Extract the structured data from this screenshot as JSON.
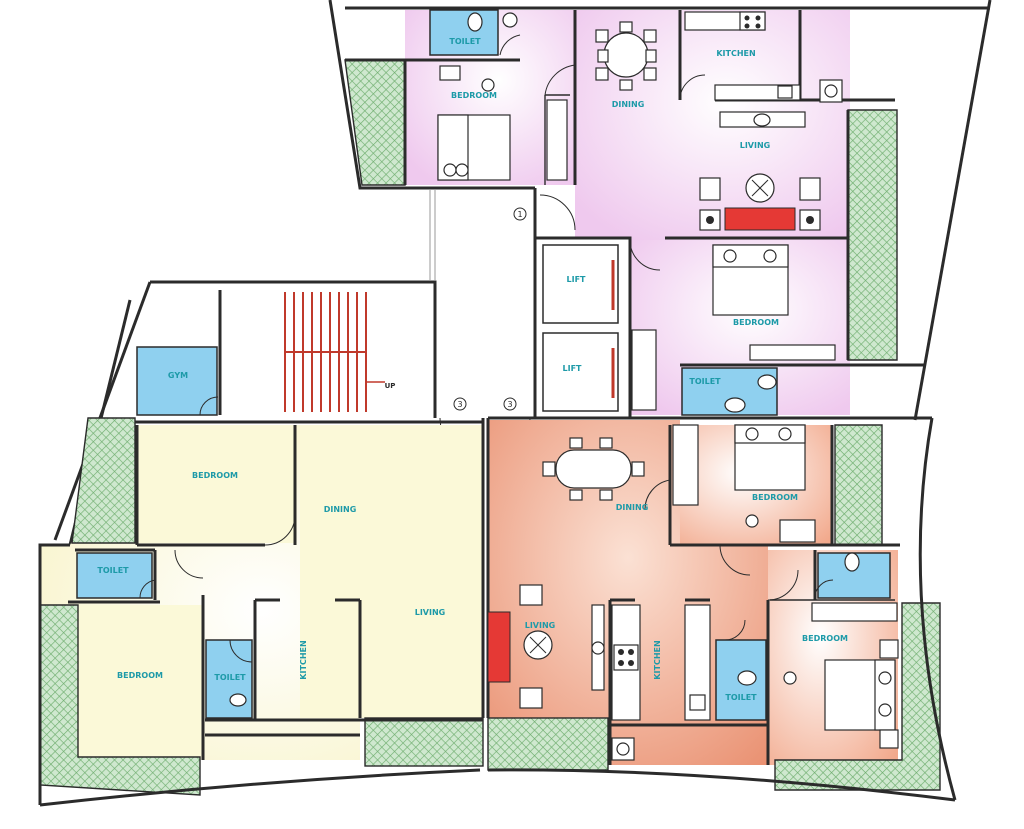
{
  "rooms": {
    "toilet_top": "TOILET",
    "bedroom_top": "BEDROOM",
    "dining_top": "DINING",
    "kitchen_top": "KITCHEN",
    "living_top": "LIVING",
    "bedroom_right": "BEDROOM",
    "lift_1": "LIFT",
    "lift_2": "LIFT",
    "toilet_right": "TOILET",
    "gym": "GYM",
    "up": "UP",
    "bedroom_left": "BEDROOM",
    "dining_left": "DINING",
    "toilet_left": "TOILET",
    "bedroom_left2": "BEDROOM",
    "toilet_mid": "TOILET",
    "kitchen_left": "KITCHEN",
    "living_left": "LIVING",
    "dining_orange": "DINING",
    "bedroom_orange": "BEDROOM",
    "living_orange": "LIVING",
    "kitchen_orange": "KITCHEN",
    "toilet_orange": "TOILET",
    "bedroom_orange2": "BEDROOM"
  },
  "markers": {
    "m1": "1",
    "m2": "3",
    "m3": "3"
  },
  "colors": {
    "pink": "#f3d9f1",
    "yellow": "#fbf9d8",
    "orange": "#f2a98c",
    "orange_light": "#f7cdb9",
    "toilet_blue": "#8fd0ef",
    "green_hatch": "#9fcf9f",
    "stair_red": "#c0392b",
    "sofa_red": "#e53935",
    "text": "#1d9aa8"
  }
}
